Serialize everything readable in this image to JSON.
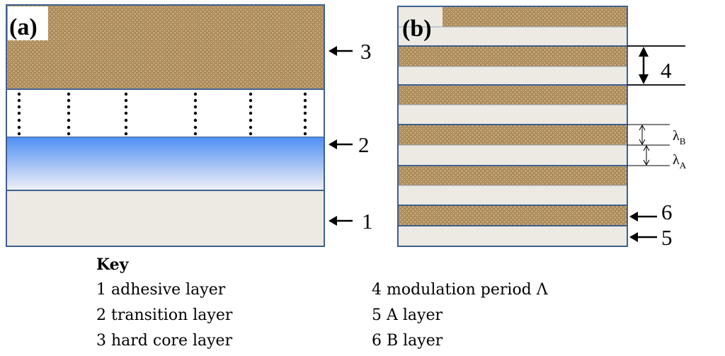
{
  "panels": {
    "a": {
      "label": "(a)",
      "callouts": [
        "3",
        "2",
        "1"
      ]
    },
    "b": {
      "label": "(b)",
      "callouts": [
        "4",
        "6",
        "5"
      ],
      "lambda_b": {
        "symbol": "λ",
        "sub": "B"
      },
      "lambda_a": {
        "symbol": "λ",
        "sub": "A"
      }
    }
  },
  "key": {
    "title": "Key",
    "left_items": [
      "1 adhesive layer",
      "2 transition layer",
      "3 hard core layer"
    ],
    "right_items": [
      "4 modulation period Λ",
      "5 A layer",
      "6 B layer"
    ]
  },
  "colors": {
    "outline": "#3f5f8f",
    "a_layer": "#eceae2",
    "hard_layer": "#c4a574",
    "gradient_top": "#4f8ff4",
    "gradient_bottom": "#f2f0f6"
  }
}
